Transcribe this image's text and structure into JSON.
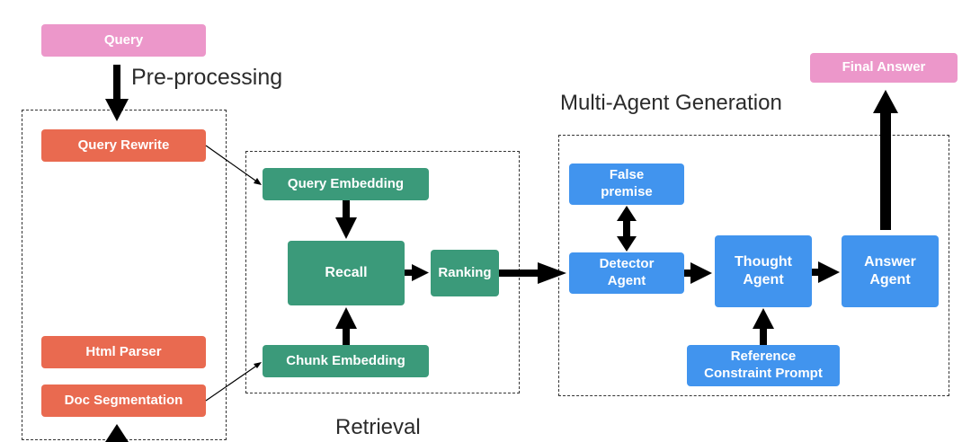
{
  "nodes": {
    "query": "Query",
    "query_rewrite": "Query Rewrite",
    "html_parser": "Html Parser",
    "doc_segmentation": "Doc Segmentation",
    "query_embedding": "Query Embedding",
    "recall": "Recall",
    "ranking": "Ranking",
    "chunk_embedding": "Chunk Embedding",
    "false_premise_line1": "False",
    "false_premise_line2": "premise",
    "detector_line1": "Detector",
    "detector_line2": "Agent",
    "thought_line1": "Thought",
    "thought_line2": "Agent",
    "answer_line1": "Answer",
    "answer_line2": "Agent",
    "reference_line1": "Reference",
    "reference_line2": "Constraint Prompt",
    "final_answer": "Final Answer"
  },
  "stage_labels": {
    "preprocessing": "Pre-processing",
    "retrieval": "Retrieval",
    "generation": "Multi-Agent Generation"
  },
  "colors": {
    "query": "#ec97ca",
    "preprocessing": "#e96a50",
    "retrieval": "#3b9a7a",
    "generation": "#4194ee",
    "arrow": "#000000",
    "border": "#333333"
  }
}
